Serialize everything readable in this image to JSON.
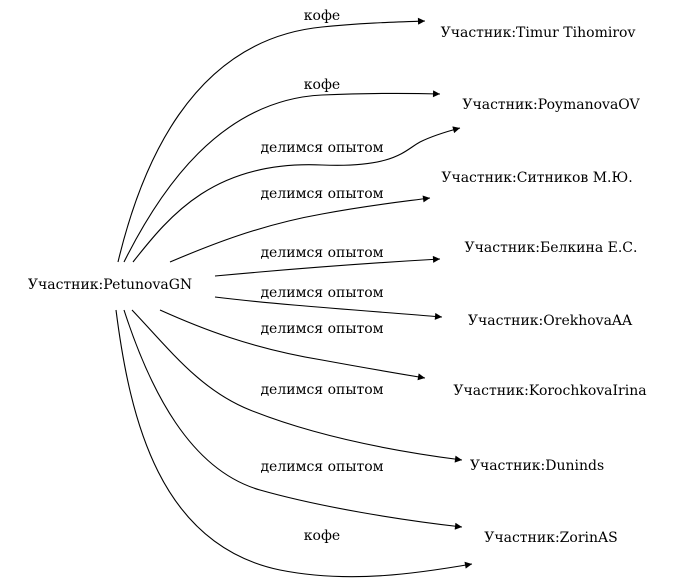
{
  "source_node": "Участник:PetunovaGN",
  "nodes": [
    "Участник:Timur Tihomirov",
    "Участник:PoymanovaOV",
    "Участник:Ситников М.Ю.",
    "Участник:Белкина Е.С.",
    "Участник:OrekhovaAA",
    "Участник:KorochkovaIrina",
    "Участник:Duninds",
    "Участник:ZorinAS"
  ],
  "edges": [
    {
      "label": "кофе"
    },
    {
      "label": "кофе"
    },
    {
      "label": "делимся опытом"
    },
    {
      "label": "делимся опытом"
    },
    {
      "label": "делимся опытом"
    },
    {
      "label": "делимся опытом"
    },
    {
      "label": "делимся опытом"
    },
    {
      "label": "делимся опытом"
    },
    {
      "label": "делимся опытом"
    },
    {
      "label": "кофе"
    }
  ]
}
